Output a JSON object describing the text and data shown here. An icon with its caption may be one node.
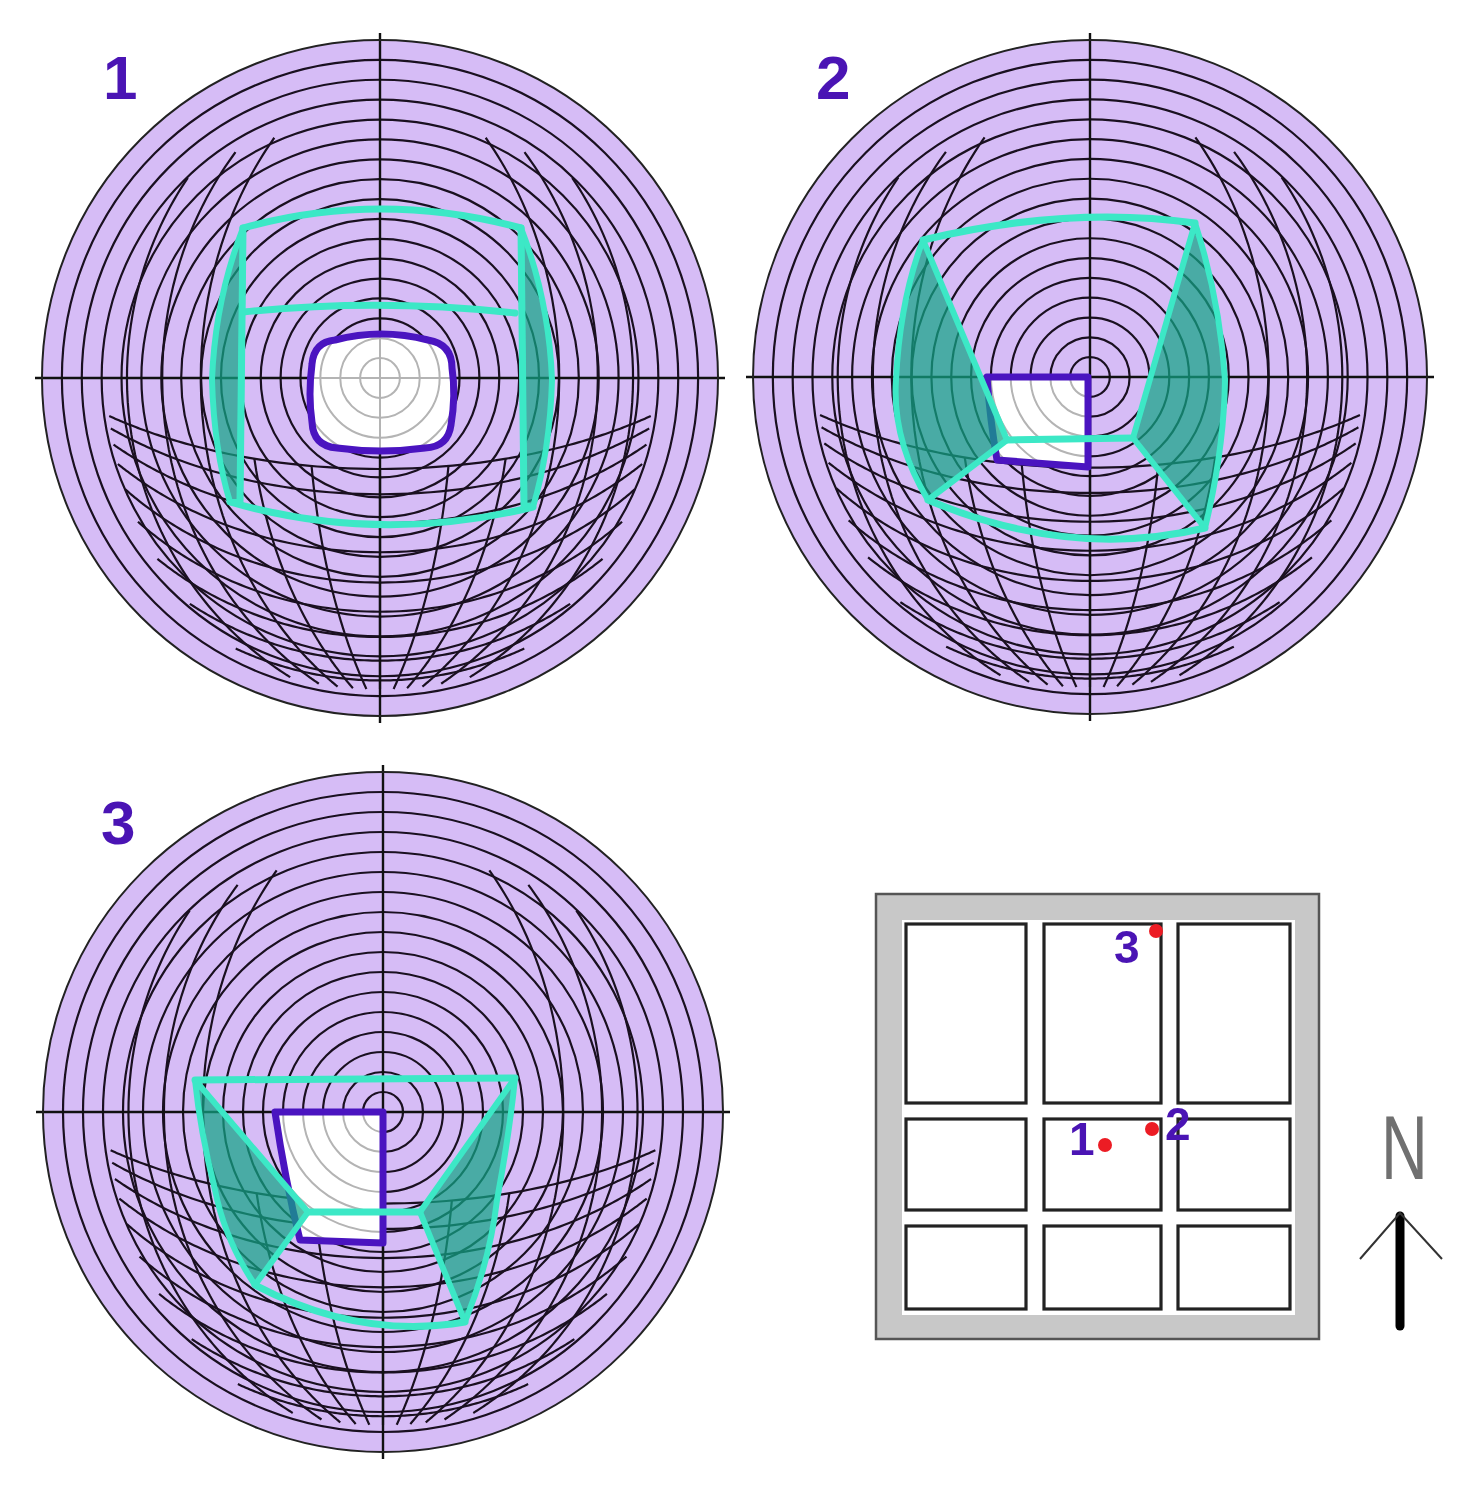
{
  "diagram": {
    "labels": [
      "1",
      "2",
      "3",
      "3",
      "1",
      "2",
      "N"
    ]
  }
}
